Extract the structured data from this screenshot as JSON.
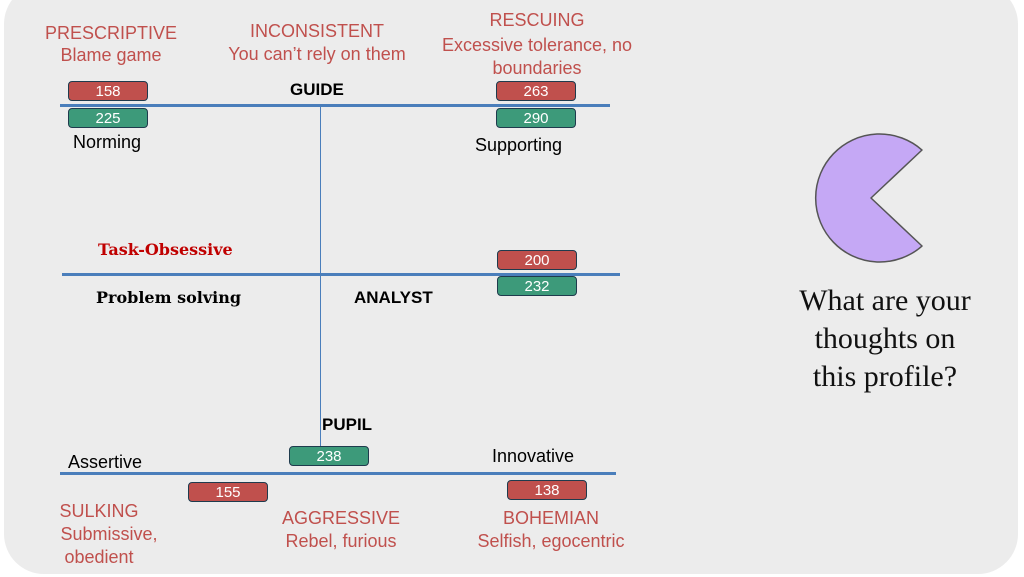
{
  "guide": {
    "title": "GUIDE",
    "left_label": "Norming",
    "right_label": "Supporting",
    "left_red": "158",
    "left_green": "225",
    "right_red": "263",
    "right_green": "290",
    "prescriptive_title": "PRESCRIPTIVE",
    "prescriptive_desc": "Blame game",
    "inconsistent_title": "INCONSISTENT",
    "inconsistent_desc": "You can’t rely on them",
    "rescuing_title": "RESCUING",
    "rescuing_desc_1": "Excessive tolerance, no",
    "rescuing_desc_2": "boundaries"
  },
  "analyst": {
    "title": "ANALYST",
    "task_obsessive": "Task-Obsessive",
    "problem_solving": "Problem solving",
    "red": "200",
    "green": "232"
  },
  "pupil": {
    "title": "PUPIL",
    "left_label": "Assertive",
    "right_label": "Innovative",
    "green": "238",
    "left_red": "155",
    "right_red": "138",
    "sulking_title": "SULKING",
    "sulking_desc_1": "Submissive,",
    "sulking_desc_2": "obedient",
    "aggressive_title": "AGGRESSIVE",
    "aggressive_desc": "Rebel, furious",
    "bohemian_title": "BOHEMIAN",
    "bohemian_desc": "Selfish, egocentric"
  },
  "question": {
    "line1": "What are your",
    "line2": "thoughts on",
    "line3": "this profile?"
  },
  "colors": {
    "panel": "#ececec",
    "accent_red": "#c0504d",
    "accent_green": "#3d9a7a",
    "line_blue": "#4a7ebb",
    "pie_fill": "#c5a8f5"
  },
  "icon": "pacman-pie-icon"
}
